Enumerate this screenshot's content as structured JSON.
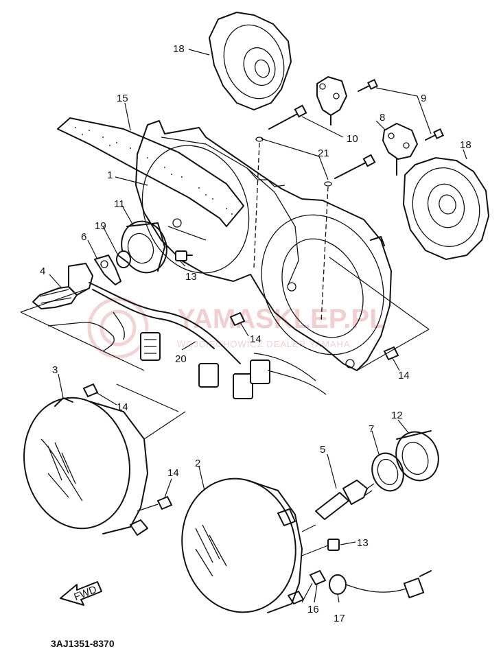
{
  "parts": {
    "p1": "1",
    "p2": "2",
    "p3": "3",
    "p4": "4",
    "p5": "5",
    "p6": "6",
    "p7": "7",
    "p8": "8",
    "p9": "9",
    "p10": "10",
    "p11": "11",
    "p12": "12",
    "p13": "13",
    "p14": "14",
    "p15": "15",
    "p16": "16",
    "p17": "17",
    "p18": "18",
    "p19": "19",
    "p20": "20",
    "p21": "21"
  },
  "direction_badge": "FWD",
  "diagram_code": "3AJ1351-8370",
  "watermark": {
    "main": "YAMASKLEP.PL",
    "sub": "WOJCIECHOWICZ DEALER YAMAHA"
  },
  "colors": {
    "line": "#111111",
    "watermark": "#e8a9a9",
    "background": "#ffffff"
  }
}
